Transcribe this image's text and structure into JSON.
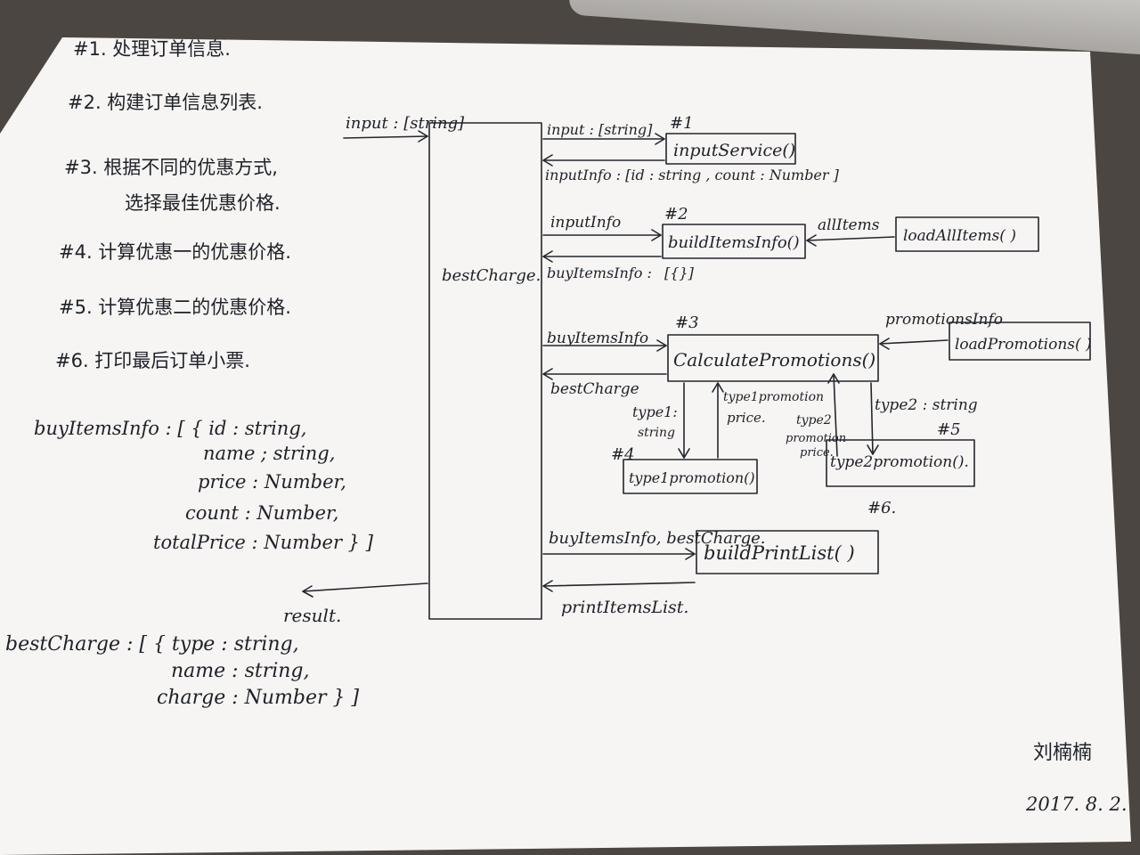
{
  "steps": [
    "#1. 处理订单信息.",
    "#2. 构建订单信息列表.",
    "#3. 根据不同的优惠方式,",
    "选择最佳优惠价格.",
    "#4. 计算优惠一的优惠价格.",
    "#5. 计算优惠二的优惠价格.",
    "#6. 打印最后订单小票."
  ],
  "structures": {
    "buy_items_info": [
      "buyItemsInfo : [ { id : string,",
      "name ; string,",
      "price : Number,",
      "count : Number,",
      "totalPrice : Number } ]"
    ],
    "best_charge": [
      "bestCharge : [ { type : string,",
      "name : string,",
      "charge : Number } ]"
    ]
  },
  "nodes": {
    "main": "bestCharge.",
    "n1": "inputService()",
    "n2": "buildItemsInfo()",
    "load_all": "loadAllItems( )",
    "n3": "CalculatePromotions()",
    "load_promo": "loadPromotions( )",
    "n4": "type1promotion()",
    "n5": "type2promotion().",
    "n6": "buildPrintList( )"
  },
  "tags": {
    "n1": "#1",
    "n2": "#2",
    "n3": "#3",
    "n4": "#4",
    "n5": "#5",
    "n6": "#6."
  },
  "edges": {
    "input_main": "input : [string]",
    "input_n1": "input : [string]",
    "inputinfo_ret": "inputInfo : [id : string , count : Number ]",
    "inputinfo_n2": "inputInfo",
    "all_items": "allItems",
    "buyitems_ret": "buyItemsInfo :",
    "buyitems_ret2": "[{}]",
    "buyitems_n3": "buyItemsInfo",
    "promotions_info": "promotionsInfo",
    "bestcharge_ret": "bestCharge",
    "type1_string": "type1:",
    "type1_string2": "string",
    "type1_price": "type1promotion",
    "type1_price2": "price.",
    "type2_price": "type2",
    "type2_price2": "promotion",
    "type2_price3": "price.",
    "type2_string": "type2 : string",
    "n6_in": "buyItemsInfo, bestCharge.",
    "n6_ret": "printItemsList.",
    "result": "result."
  },
  "signature": {
    "name": "刘楠楠",
    "date": "2017. 8. 2."
  }
}
